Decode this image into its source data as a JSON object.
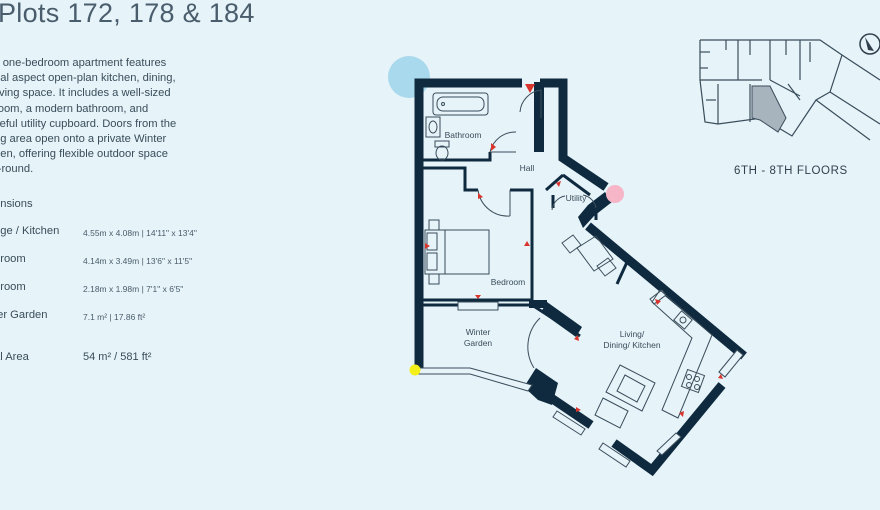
{
  "title": "Plots 172, 178 & 184",
  "description_lines": [
    "s one-bedroom apartment features",
    "ual aspect open-plan kitchen, dining,",
    " living space. It includes a well-sized",
    "room, a modern bathroom, and",
    "seful utility cupboard. Doors from the",
    "ng area open onto a private Winter",
    "den, offering flexible outdoor space",
    "r-round."
  ],
  "dimensions_heading": "ensions",
  "dimensions": [
    {
      "label": "nge / Kitchen",
      "value": "4.55m x 4.08m | 14'11\" x 13'4\""
    },
    {
      "label": "droom",
      "value": "4.14m x 3.49m | 13'6\" x 11'5\""
    },
    {
      "label": "hroom",
      "value": "2.18m x 1.98m | 7'1\" x 6'5\""
    },
    {
      "label": "ter Garden",
      "value": "7.1 m² | 17.86 ft²"
    }
  ],
  "total": {
    "label": "al Area",
    "value": "54 m² / 581 ft²"
  },
  "plan_labels": {
    "bathroom": "Bathroom",
    "hall": "Hall",
    "utility": "Utility",
    "bedroom": "Bedroom",
    "winter_garden_1": "Winter",
    "winter_garden_2": "Garden",
    "living_1": "Living/",
    "living_2": "Dining/ Kitchen"
  },
  "key_plan_caption": "6TH - 8TH FLOORS",
  "colors": {
    "background": "#e6f3f9",
    "wall": "#0f2a3f",
    "door_marker": "#d9352c",
    "highlight_unit": "#a8b4bd",
    "marker_blue": "#a9d9ec",
    "marker_pink": "#f6b6c8",
    "marker_yellow": "#f3f019"
  },
  "icons": [
    "compass-north-icon",
    "bathtub-icon",
    "sink-icon",
    "toilet-icon",
    "bed-icon",
    "hob-icon",
    "table-icon",
    "sofa-icon"
  ]
}
